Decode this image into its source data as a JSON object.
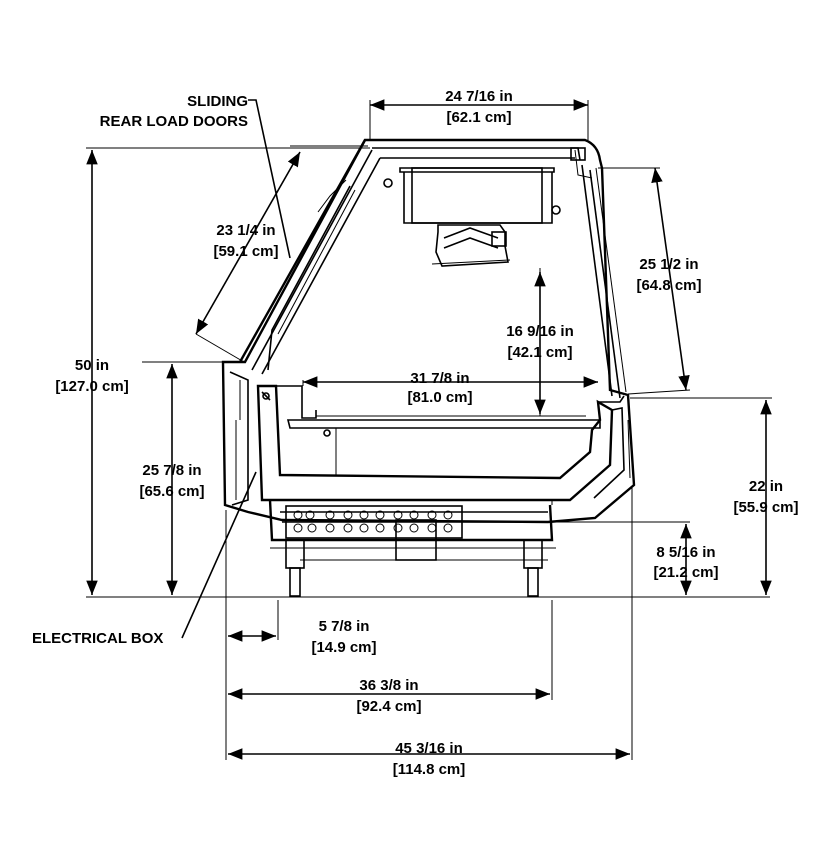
{
  "labels": {
    "doors_line1": "SLIDING",
    "doors_line2": "REAR LOAD DOORS",
    "electrical_box": "ELECTRICAL BOX"
  },
  "dimensions": {
    "top_width": {
      "in": "24 7/16 in",
      "cm": "[62.1 cm]"
    },
    "rear_door": {
      "in": "23 1/4 in",
      "cm": "[59.1 cm]"
    },
    "front_glass": {
      "in": "25 1/2 in",
      "cm": "[64.8 cm]"
    },
    "inner_height": {
      "in": "16 9/16 in",
      "cm": "[42.1 cm]"
    },
    "deck_width": {
      "in": "31 7/8 in",
      "cm": "[81.0 cm]"
    },
    "overall_height": {
      "in": "50 in",
      "cm": "[127.0 cm]"
    },
    "rear_height": {
      "in": "25 7/8 in",
      "cm": "[65.6 cm]"
    },
    "front_height": {
      "in": "22 in",
      "cm": "[55.9 cm]"
    },
    "base_height": {
      "in": "8 5/16 in",
      "cm": "[21.2 cm]"
    },
    "rear_offset": {
      "in": "5 7/8 in",
      "cm": "[14.9 cm]"
    },
    "leg_span": {
      "in": "36 3/8 in",
      "cm": "[92.4 cm]"
    },
    "overall_depth": {
      "in": "45 3/16 in",
      "cm": "[114.8 cm]"
    }
  }
}
